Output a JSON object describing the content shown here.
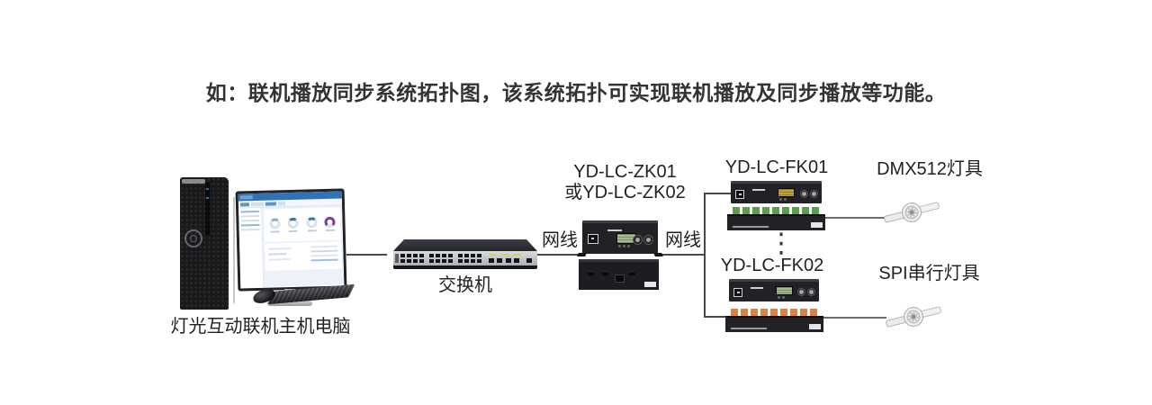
{
  "title": "如：联机播放同步系统拓扑图，该系统拓扑可实现联机播放及同步播放等功能。",
  "nodes": {
    "computer": {
      "label": "灯光互动联机主机电脑"
    },
    "switch": {
      "label": "交换机"
    },
    "master_controller": {
      "model_line1": "YD-LC-ZK01",
      "model_line2": "或YD-LC-ZK02"
    },
    "branch_controller_1": {
      "model": "YD-LC-FK01"
    },
    "branch_controller_2": {
      "model": "YD-LC-FK02"
    },
    "dmx_light": {
      "label": "DMX512灯具"
    },
    "spi_light": {
      "label": "SPI串行灯具"
    }
  },
  "edges": {
    "switch_to_master_label": "网线",
    "master_to_branches_label": "网线"
  },
  "ellipsis": "⋮",
  "colors": {
    "text": "#2e2e2e",
    "line": "#4a4745",
    "device_body": "#222226",
    "lcd_green": "#a3bb8d",
    "lcd_amber": "#c2a23c",
    "terminal_green": "#5a9e50",
    "terminal_orange": "#e0823f",
    "switch_face": "#c9ccd1",
    "screen_blue": "#2f73b4",
    "gauge_purple": "#7b3fa0"
  }
}
